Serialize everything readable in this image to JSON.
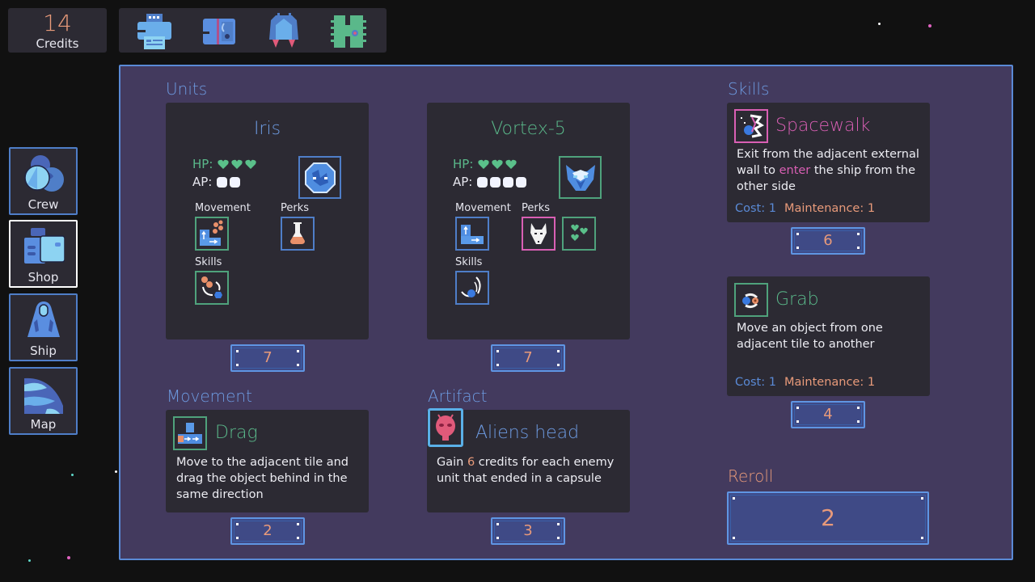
{
  "header": {
    "credits_value": "14",
    "credits_label": "Credits",
    "tools": [
      {
        "icon": "printer-icon"
      },
      {
        "icon": "locker-icon"
      },
      {
        "icon": "rocket-icon"
      },
      {
        "icon": "circuit-board-icon"
      }
    ]
  },
  "sidebar": {
    "items": [
      {
        "label": "Crew",
        "icon": "crew-icon",
        "active": false
      },
      {
        "label": "Shop",
        "icon": "shop-icon",
        "active": true
      },
      {
        "label": "Ship",
        "icon": "ship-icon",
        "active": false
      },
      {
        "label": "Map",
        "icon": "map-icon",
        "active": false
      }
    ]
  },
  "units": {
    "title": "Units",
    "list": [
      {
        "name": "Iris",
        "name_color": "#6d9ae0",
        "hp_label": "HP:",
        "hp": 3,
        "ap_label": "AP:",
        "ap": 2,
        "portrait": "blue-orb-portrait",
        "movement_label": "Movement",
        "perks_label": "Perks",
        "skills_label": "Skills",
        "movement": "drag-movement-icon",
        "perks": [
          "flask-perk-icon"
        ],
        "skills": [
          "grab-skill-icon"
        ],
        "price": "7"
      },
      {
        "name": "Vortex-5",
        "name_color": "#5ab88a",
        "hp_label": "HP:",
        "hp": 3,
        "ap_label": "AP:",
        "ap": 4,
        "portrait": "fox-mask-portrait",
        "movement_label": "Movement",
        "perks_label": "Perks",
        "skills_label": "Skills",
        "movement": "step-movement-icon",
        "perks": [
          "wolf-perk-icon",
          "hearts-perk-icon"
        ],
        "skills": [
          "spacewalk-skill-icon"
        ],
        "price": "7"
      }
    ]
  },
  "movement": {
    "title": "Movement",
    "name": "Drag",
    "desc": "Move to the adjacent tile and drag the object behind in the same direction",
    "price": "2"
  },
  "artifact": {
    "title": "Artifact",
    "name": "Aliens head",
    "desc_before": "Gain ",
    "desc_highlight": "6",
    "desc_after": " credits for each enemy unit that ended in a capsule",
    "price": "3"
  },
  "skills": {
    "title": "Skills",
    "list": [
      {
        "name": "Spacewalk",
        "desc_before": "Exit from the adjacent external wall to ",
        "desc_highlight": "enter",
        "desc_after": " the ship from the other side",
        "cost": "Cost: 1",
        "maintenance": "Maintenance: 1",
        "price": "6"
      },
      {
        "name": "Grab",
        "desc": "Move an object from one adjacent tile to another",
        "cost": "Cost: 1",
        "maintenance": "Maintenance: 1",
        "price": "4"
      }
    ]
  },
  "reroll": {
    "title": "Reroll",
    "price": "2"
  },
  "colors": {
    "background": "#111111",
    "panel": "#433a5e",
    "card": "#2c2a33",
    "accent_blue": "#6d9ae0",
    "accent_green": "#5ab88a",
    "accent_pink": "#d95fb4",
    "accent_orange": "#e89a7a"
  }
}
